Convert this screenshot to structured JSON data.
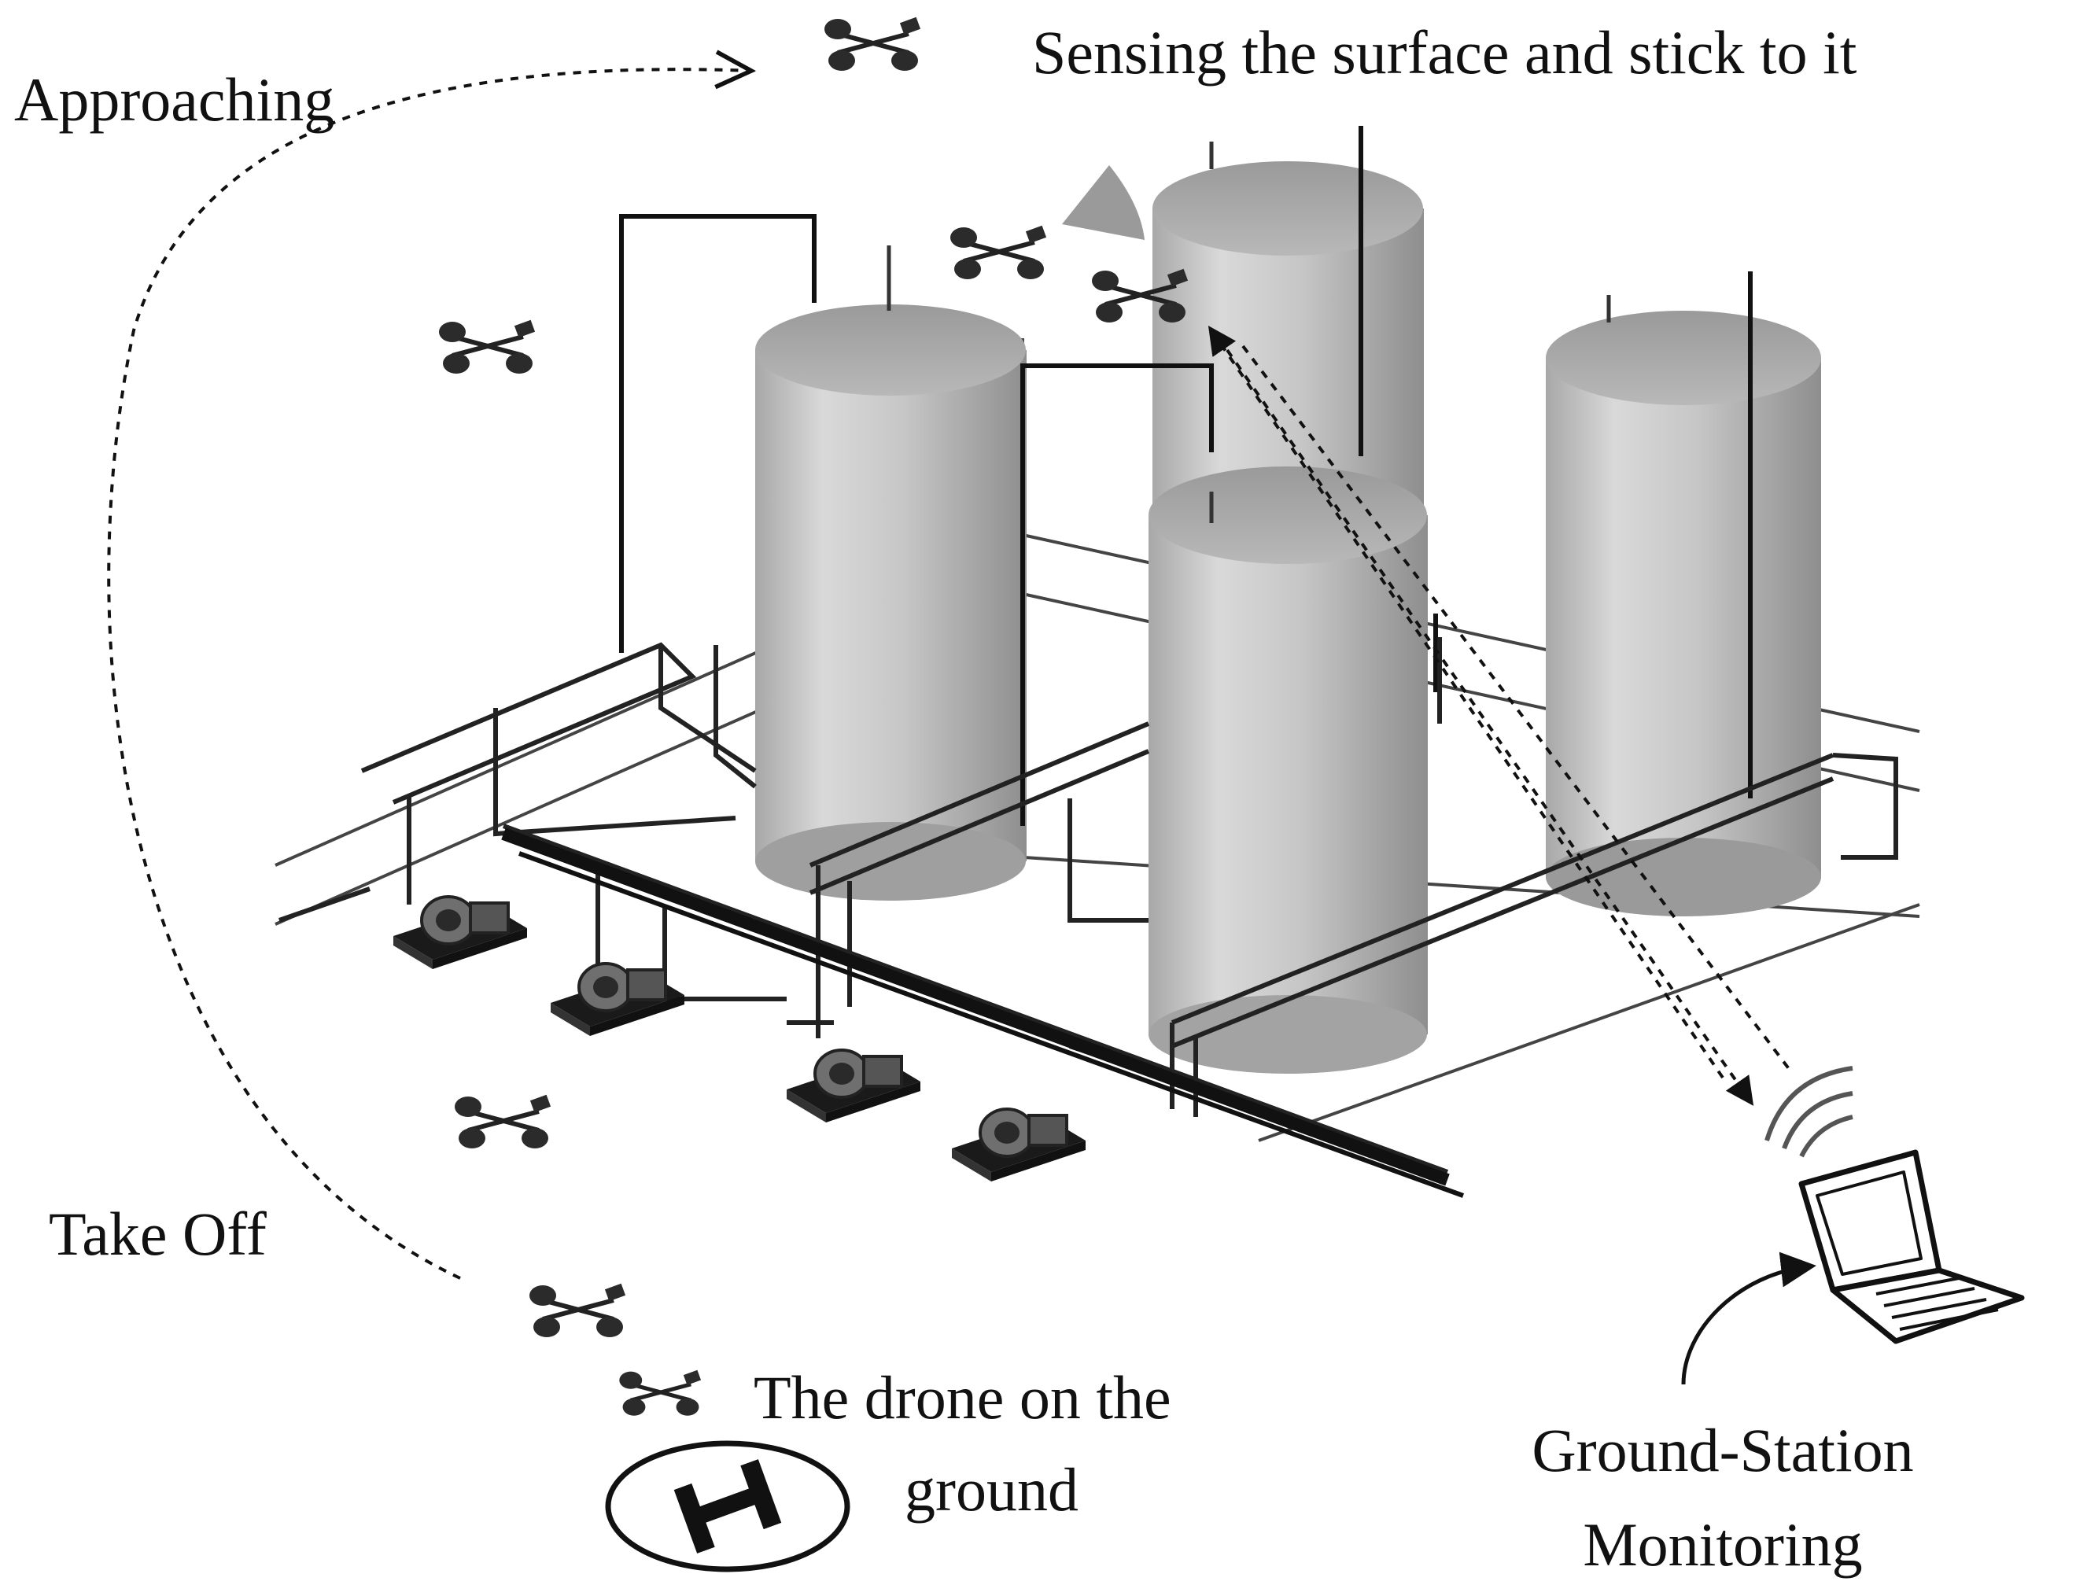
{
  "labels": {
    "approaching": "Approaching",
    "sensing": "Sensing the surface and stick to it",
    "take_off": "Take Off",
    "drone_ground_line1": "The drone on the",
    "drone_ground_line2": "ground",
    "ground_station_line1": "Ground-Station",
    "ground_station_line2": "Monitoring"
  },
  "icons": {
    "helipad": "helipad-icon",
    "drone": "drone-icon",
    "laptop": "laptop-icon",
    "wifi": "wifi-signal-icon",
    "tank": "storage-tank",
    "pump": "pump-icon"
  },
  "colors": {
    "line": "#111111",
    "tank_light": "#d6d6d6",
    "tank_mid": "#b4b4b4",
    "tank_dark": "#8a8a8a",
    "drone": "#2b2b2b"
  }
}
